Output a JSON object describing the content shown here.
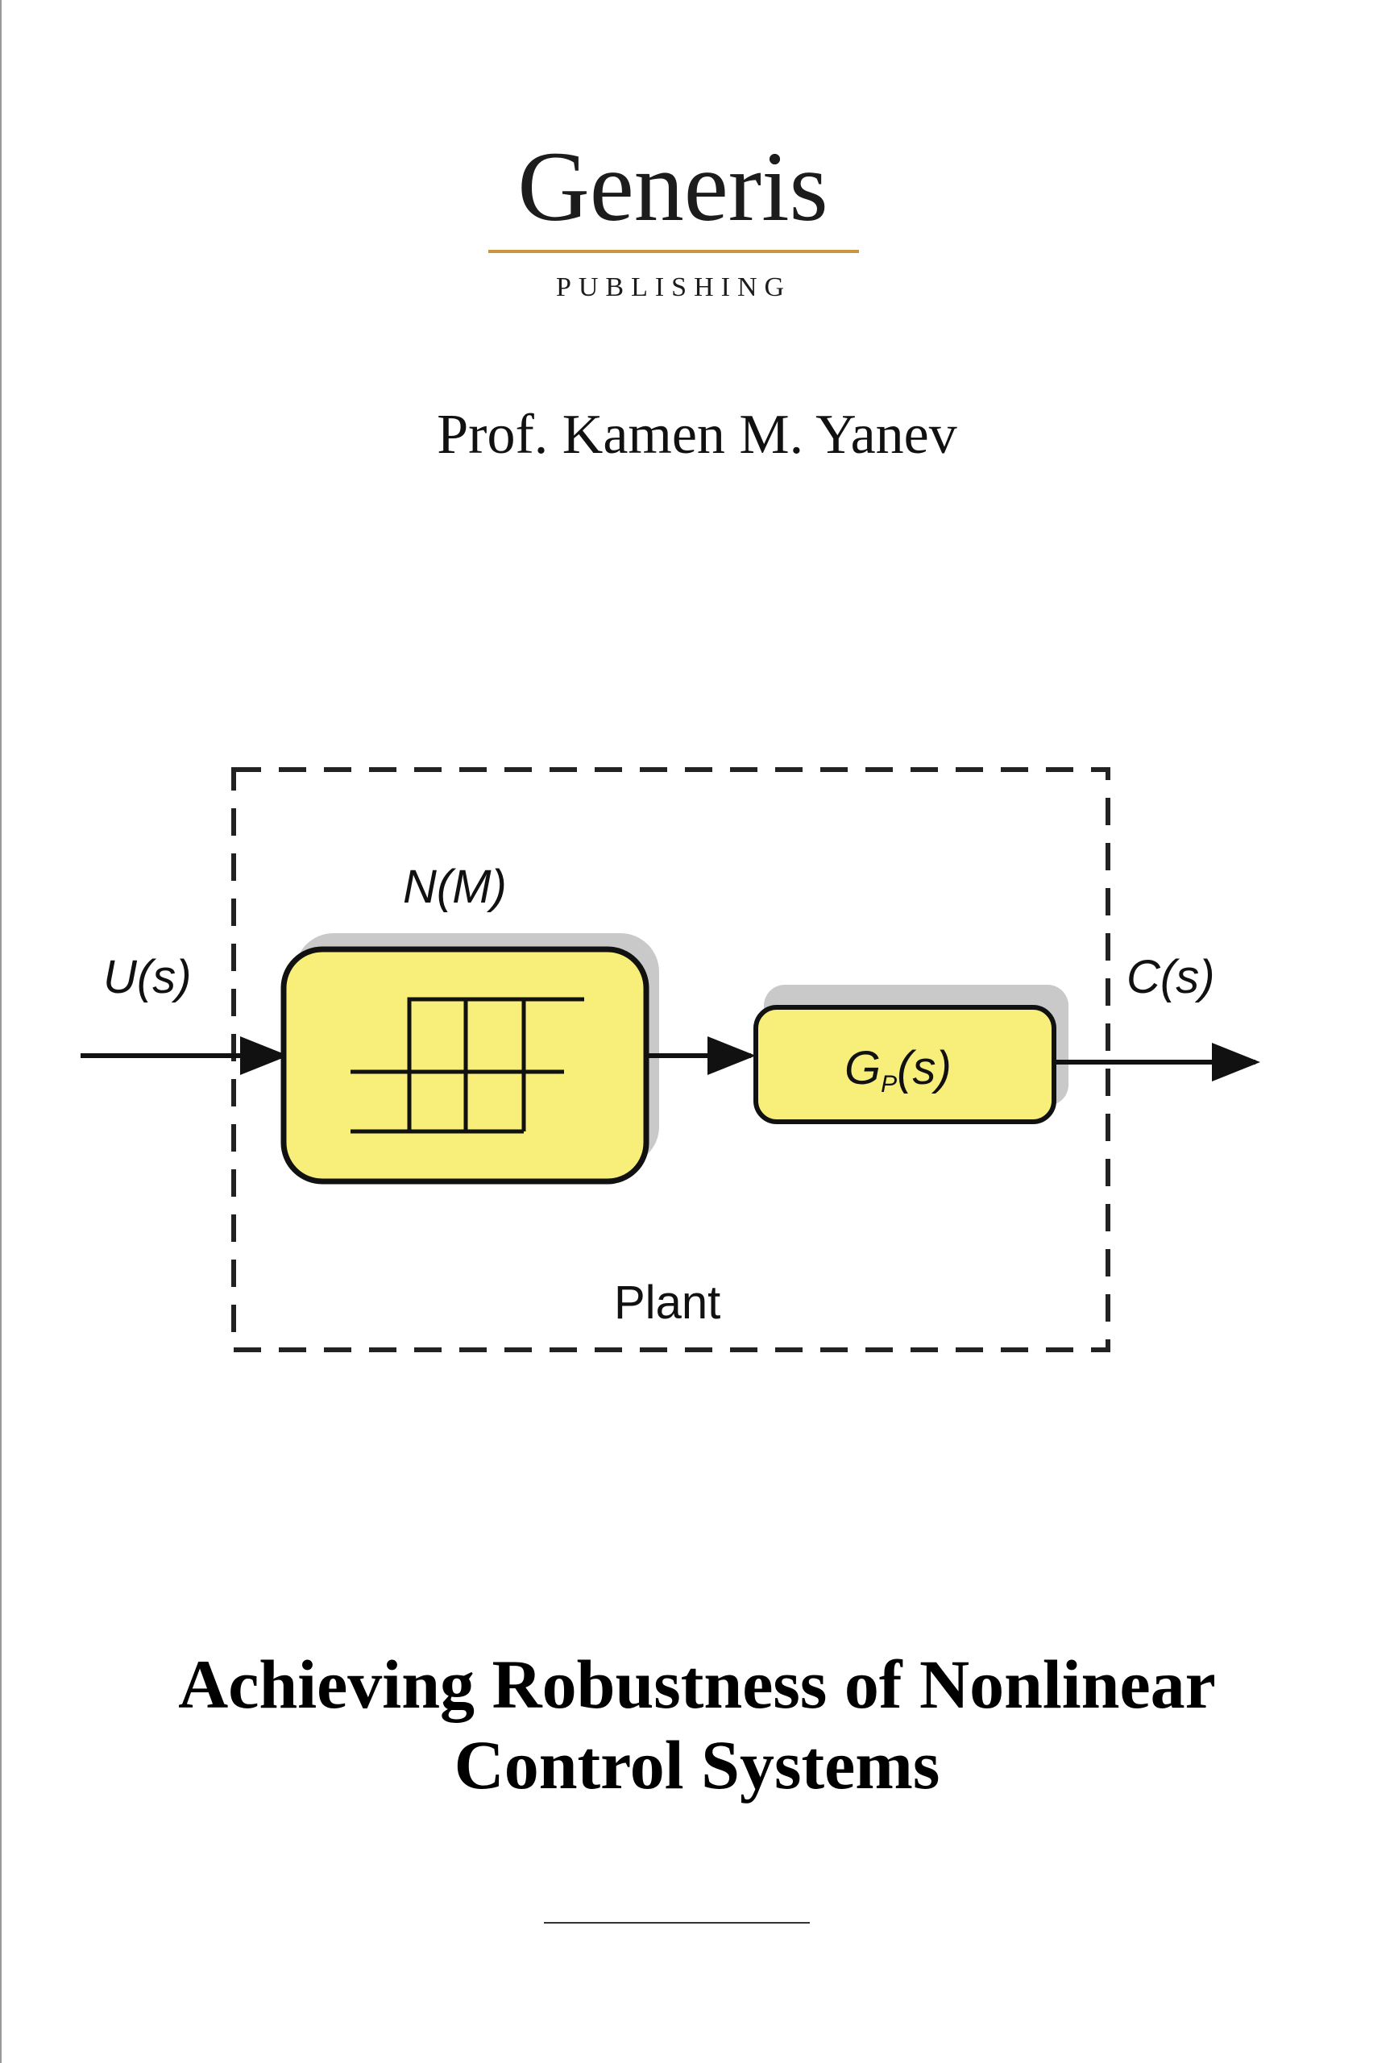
{
  "publisher": {
    "name": "Generis",
    "subtitle": "PUBLISHING"
  },
  "author": "Prof. Kamen M. Yanev",
  "diagram": {
    "input_label": "U(s)",
    "output_label": "C(s)",
    "nonlinear_label": "N(M)",
    "plant_block_label_main": "G",
    "plant_block_label_sub": "P",
    "plant_block_label_tail": "(s)",
    "frame_label": "Plant",
    "block_fill": "#f7ef7a",
    "shadow_color": "#c9c9c9"
  },
  "title": {
    "line1": "Achieving Robustness of Nonlinear",
    "line2": "Control Systems"
  },
  "colors": {
    "accent_rule": "#c9953f"
  }
}
